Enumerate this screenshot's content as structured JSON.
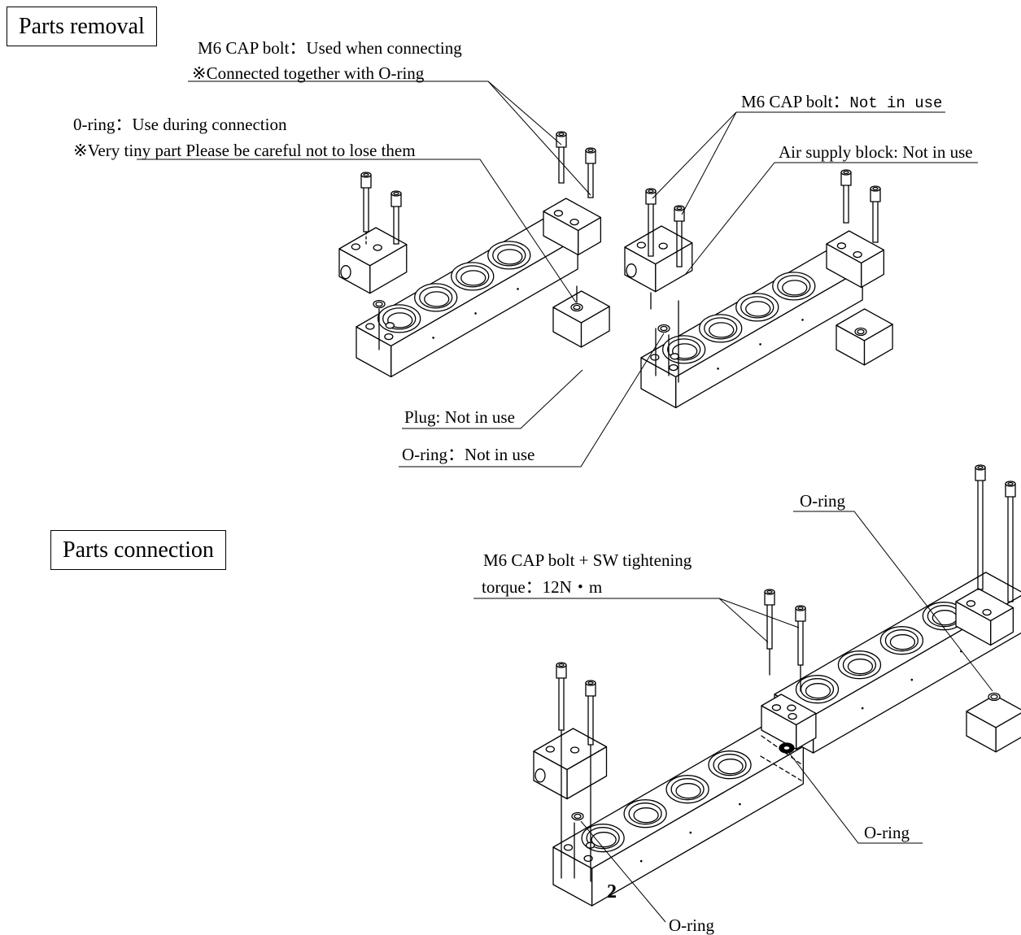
{
  "sections": {
    "removal_title": "Parts removal",
    "connection_title": "Parts connection"
  },
  "callouts": {
    "bolt_used_line1": "M6 CAP bolt：Used when connecting",
    "bolt_used_line2": "※Connected together with O-ring",
    "oring_use_line1": "0-ring：Use during connection",
    "oring_use_line2_a": "※Very ",
    "oring_use_line2_b": "tiny part Please be careful not to lose them",
    "bolt_not_in_use_a": "M6 CAP bolt：",
    "bolt_not_in_use_b": "Not in use",
    "air_supply_block": "Air supply block: Not in use",
    "plug": "Plug: Not in use",
    "oring_not_in_use": "O-ring：Not in use",
    "oring_top": "O-ring",
    "bolt_torque_line1": "M6 CAP bolt + SW tightening",
    "bolt_torque_line2": "torque：12N・m",
    "oring_mid": "O-ring",
    "oring_bottom": "O-ring",
    "fig_number": "2"
  }
}
